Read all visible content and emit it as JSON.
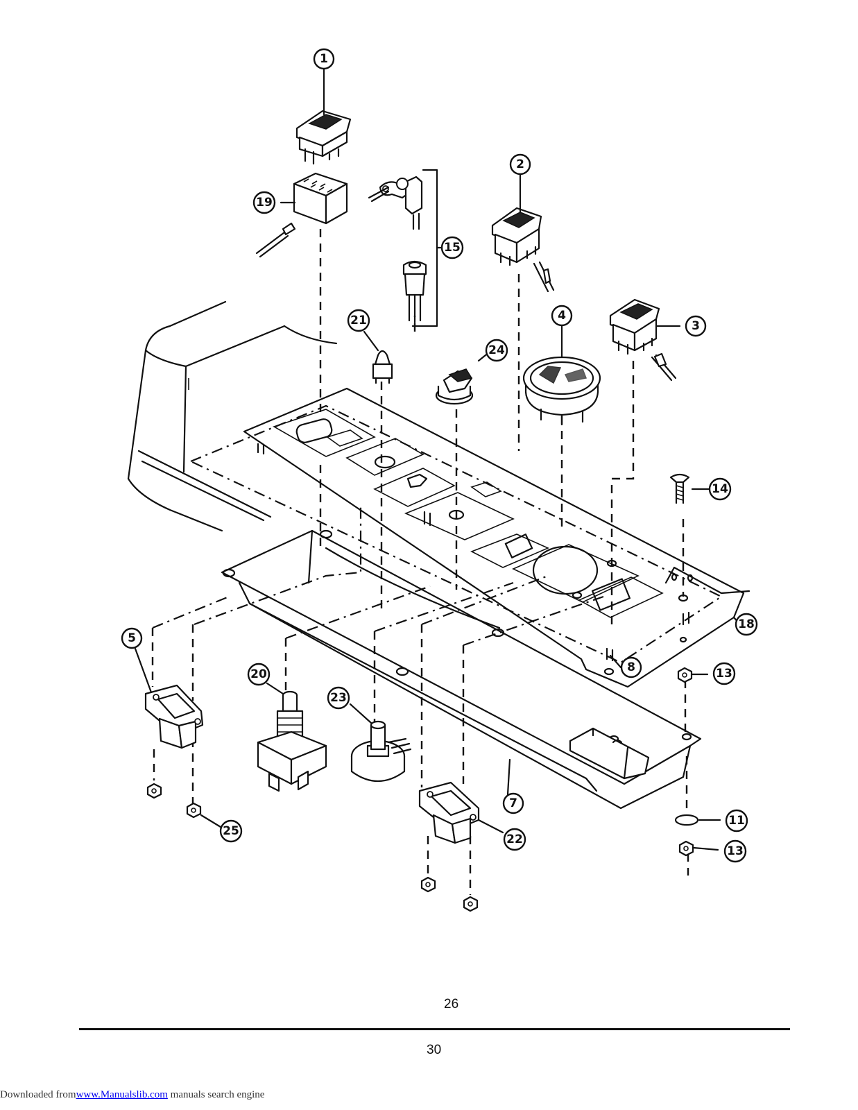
{
  "diagram": {
    "callouts": [
      {
        "id": "c1",
        "text": "1"
      },
      {
        "id": "c2",
        "text": "2"
      },
      {
        "id": "c3",
        "text": "3"
      },
      {
        "id": "c4",
        "text": "4"
      },
      {
        "id": "c5",
        "text": "5"
      },
      {
        "id": "c7",
        "text": "7"
      },
      {
        "id": "c8",
        "text": "8"
      },
      {
        "id": "c11",
        "text": "11"
      },
      {
        "id": "c13a",
        "text": "13"
      },
      {
        "id": "c13b",
        "text": "13"
      },
      {
        "id": "c14",
        "text": "14"
      },
      {
        "id": "c15",
        "text": "15"
      },
      {
        "id": "c18",
        "text": "18"
      },
      {
        "id": "c19",
        "text": "19"
      },
      {
        "id": "c20",
        "text": "20"
      },
      {
        "id": "c21",
        "text": "21"
      },
      {
        "id": "c22",
        "text": "22"
      },
      {
        "id": "c23",
        "text": "23"
      },
      {
        "id": "c24",
        "text": "24"
      },
      {
        "id": "c25",
        "text": "25"
      }
    ]
  },
  "page": {
    "inner_number": "26",
    "number": "30"
  },
  "footer": {
    "prefix": "Downloaded from",
    "link_text": "www.Manualslib.com",
    "suffix": " manuals search engine"
  }
}
